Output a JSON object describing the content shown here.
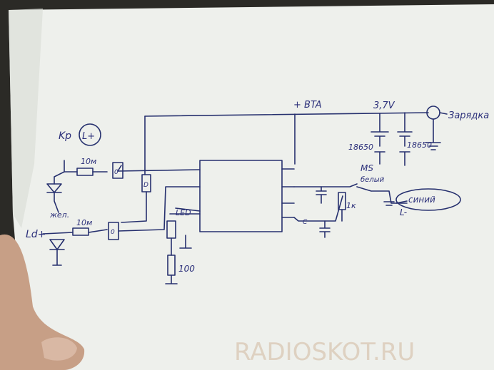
{
  "labels": {
    "bta": "+ BTA",
    "voltage": "3,7V",
    "charge": "Зарядка",
    "battery1": "18650",
    "battery2": "18650",
    "kr": "Kp",
    "kr_circle": "L+",
    "res_top": "10м",
    "yellow": "жел.",
    "res_bottom": "10м",
    "ld": "Ld+",
    "led": "LED",
    "res_100": "100",
    "ms": "MS",
    "white": "белый",
    "res_1k": "1к",
    "blue": "синий",
    "l_minus": "L-",
    "diode": "D",
    "cap_c": "C",
    "switch_top": "0",
    "switch_bottom": "0"
  },
  "watermark": "RADIOSKOT.RU",
  "colors": {
    "ink": "#26306e",
    "paper": "#f3f4ef",
    "background": "#2b2a26",
    "hand": "#c79f86"
  }
}
